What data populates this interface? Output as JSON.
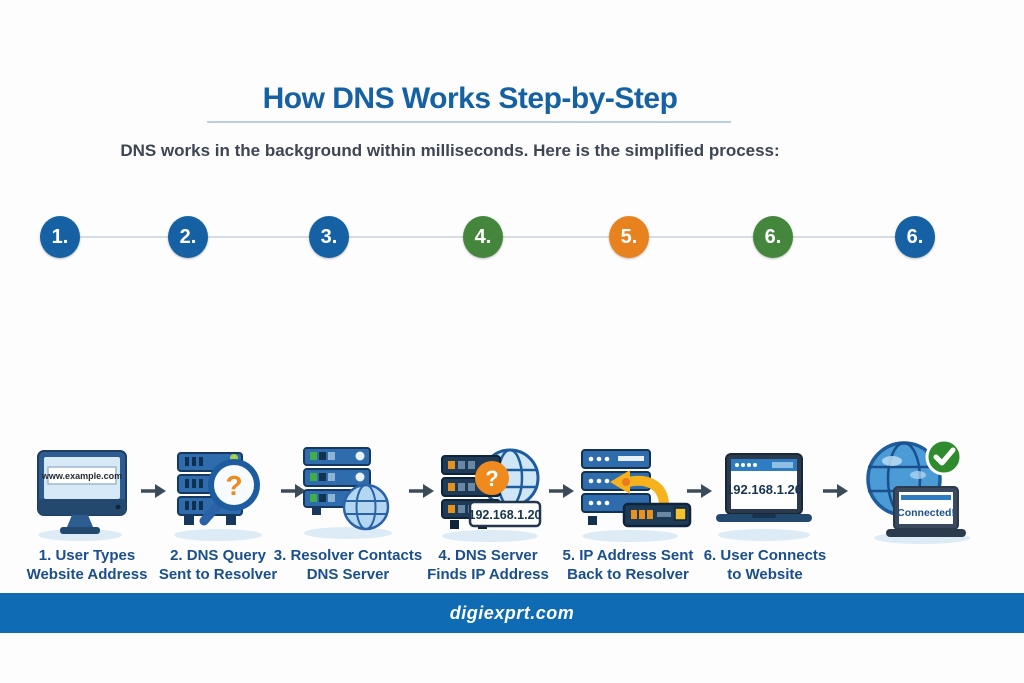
{
  "header": {
    "title": "How DNS Works Step-by-Step",
    "subtitle": "DNS works in the background within milliseconds. Here is the simplified process:"
  },
  "timeline": {
    "items": [
      {
        "label": "1.",
        "color": "#1561a3"
      },
      {
        "label": "2.",
        "color": "#1561a3"
      },
      {
        "label": "3.",
        "color": "#1561a3"
      },
      {
        "label": "4.",
        "color": "#44873c"
      },
      {
        "label": "5.",
        "color": "#e8821e"
      },
      {
        "label": "6.",
        "color": "#44873c"
      },
      {
        "label": "6.",
        "color": "#1561a3"
      }
    ]
  },
  "steps": [
    {
      "icon": "desktop-monitor",
      "url_text": "www.example.com",
      "line1": "1. User Types",
      "line2": "Website Address"
    },
    {
      "icon": "server-magnifier",
      "question_mark": "?",
      "line1": "2. DNS Query",
      "line2": "Sent to Resolver"
    },
    {
      "icon": "server-globe",
      "line1": "3. Resolver Contacts",
      "line2": "DNS Server"
    },
    {
      "icon": "server-globe-question",
      "question_mark": "?",
      "ip_text": "192.168.1.20",
      "line1": "4. DNS Server",
      "line2": "Finds IP Address"
    },
    {
      "icon": "server-return-arrow",
      "line1": "5. IP Address Sent",
      "line2": "Back to Resolver"
    },
    {
      "icon": "laptop-browser",
      "ip_text": "192.168.1.20",
      "line1": "6. User Connects",
      "line2": "to Website"
    },
    {
      "icon": "globe-connected",
      "connected_text": "Connected!"
    }
  ],
  "footer": {
    "site_name": "digiexprt.com"
  }
}
